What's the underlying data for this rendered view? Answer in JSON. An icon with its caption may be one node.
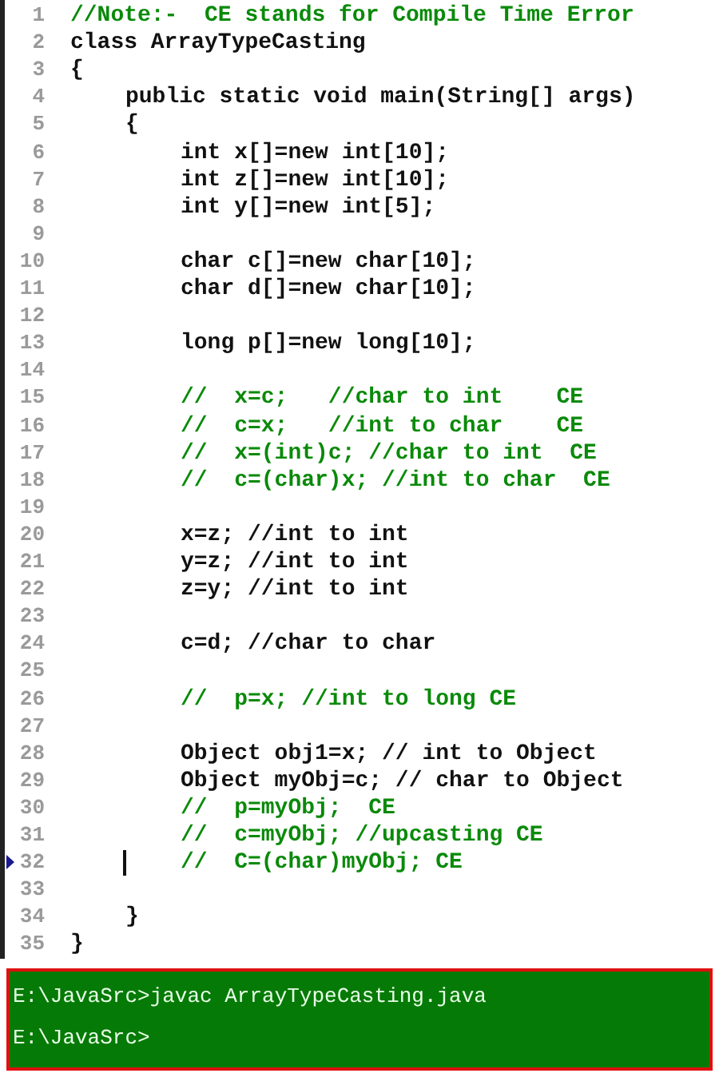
{
  "diagram": {
    "labels": [
      "1",
      "//Note:-  CE stands for Compile Time Error",
      "2",
      "class ArrayTypeCasting",
      "3",
      "{",
      "4",
      "public static void main(String[] args)",
      "5",
      "{",
      "6",
      "int x[]=new int[10];",
      "7",
      "int z[]=new int[10];",
      "8",
      "int y[]=new int[5];",
      "9",
      "10",
      "char c[]=new char[10];",
      "11",
      "char d[]=new char[10];",
      "12",
      "13",
      "long p[]=new long[10];",
      "14",
      "15",
      "//  x=c;   //char to int    CE",
      "16",
      "//  c=x;   //int to char    CE",
      "17",
      "//  x=(int)c; //char to int  CE",
      "18",
      "//  c=(char)x; //int to char  CE",
      "19",
      "20",
      "x=z; //int to int",
      "21",
      "y=z; //int to int",
      "22",
      "z=y; //int to int",
      "23",
      "24",
      "c=d; //char to char",
      "25",
      "26",
      "//  p=x; //int to long CE",
      "27",
      "28",
      "Object obj1=x; // int to Object",
      "29",
      "Object myObj=c; // char to Object",
      "30",
      "//  p=myObj;  CE",
      "31",
      "//  c=myObj; //upcasting CE",
      "32",
      "//  C=(char)myObj; CE",
      "33",
      "34",
      "}",
      "35",
      "}",
      "E:\\JavaSrc>javac ArrayTypeCasting.java",
      "E:\\JavaSrc>"
    ]
  }
}
